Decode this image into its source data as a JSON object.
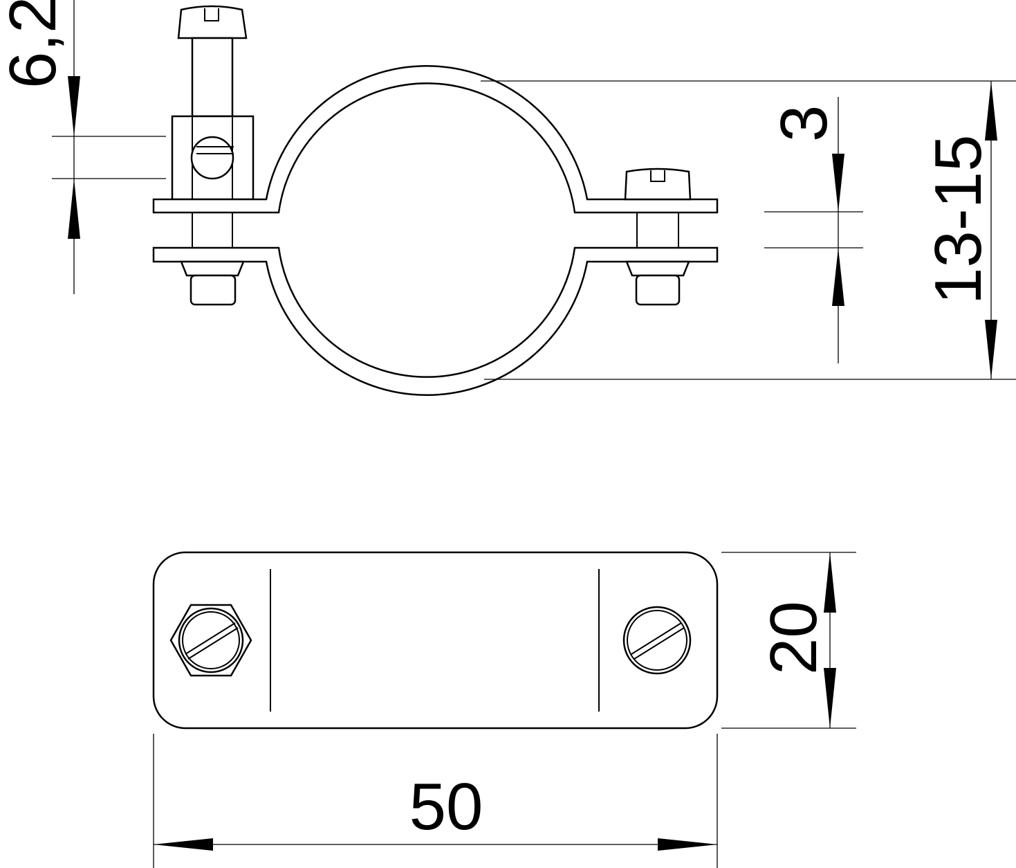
{
  "drawing": {
    "title": "Pipe clamp technical drawing",
    "dimensions": {
      "screw_head_height": "6,2",
      "plate_gap": "3",
      "clamp_range": "13-15",
      "width": "20",
      "length": "50"
    }
  }
}
